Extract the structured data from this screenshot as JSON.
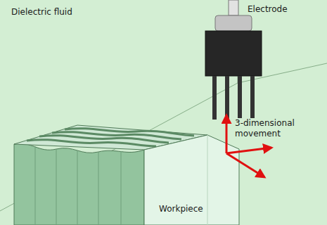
{
  "diagram": {
    "labels": [
      "Dielectric fluid",
      "Electrode",
      "3-dimensional movement",
      "Workpiece"
    ]
  }
}
